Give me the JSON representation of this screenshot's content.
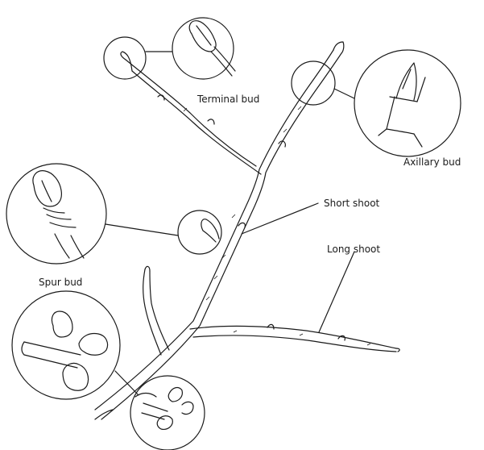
{
  "labels": {
    "terminal_bud": "Terminal bud",
    "axillary_bud": "Axillary bud",
    "short_shoot": "Short shoot",
    "long_shoot": "Long shoot",
    "spur_bud": "Spur bud"
  },
  "colors": {
    "ink": "#1a1a1a",
    "background": "#ffffff"
  }
}
